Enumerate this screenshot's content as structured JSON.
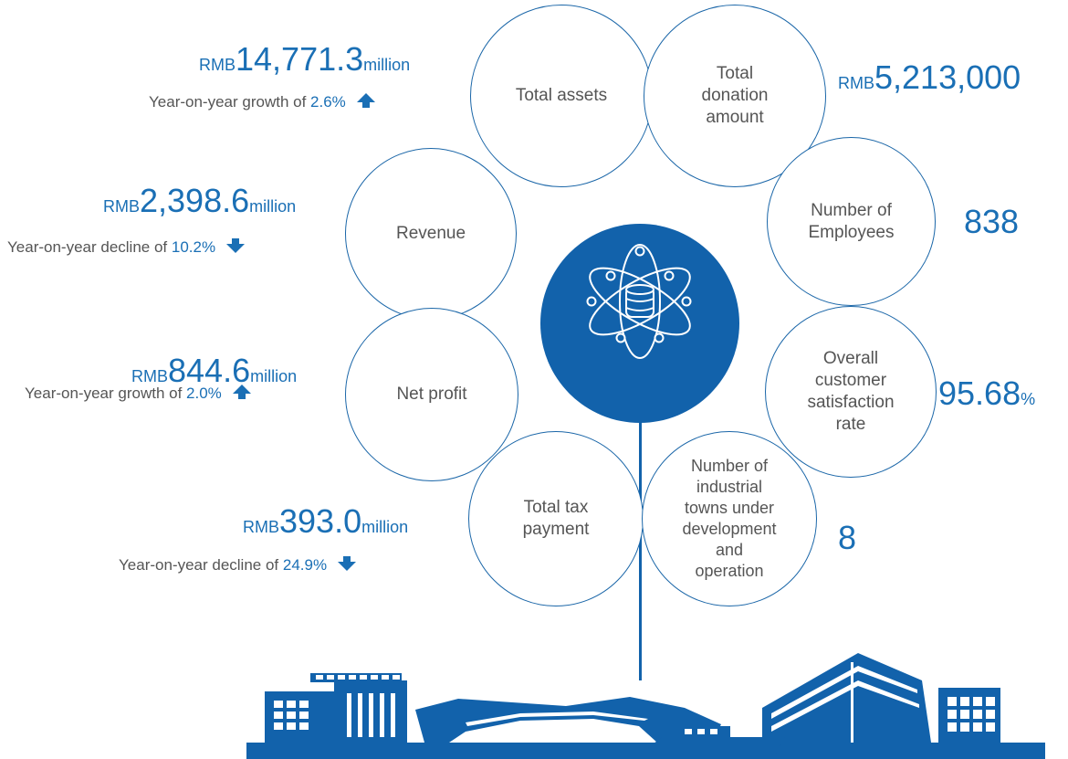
{
  "colors": {
    "accent": "#1a6fb5",
    "hub": "#1262ab",
    "text": "#555555"
  },
  "hub_icon": "atom-database-icon",
  "circles": {
    "total_assets": "Total assets",
    "donation": "Total\ndonation\namount",
    "employees": "Number of\nEmployees",
    "satisfaction": "Overall\ncustomer\nsatisfaction\nrate",
    "towns": "Number of\nindustrial\ntowns under\ndevelopment\nand\noperation",
    "tax": "Total tax\npayment",
    "net_profit": "Net profit",
    "revenue": "Revenue"
  },
  "metrics": {
    "total_assets": {
      "prefix": "RMB",
      "value": "14,771.3",
      "suffix": "million",
      "change_text": "Year-on-year growth of ",
      "change_pct": "2.6%",
      "direction": "up"
    },
    "revenue": {
      "prefix": "RMB",
      "value": "2,398.6",
      "suffix": "million",
      "change_text": "Year-on-year decline of ",
      "change_pct": "10.2%",
      "direction": "down"
    },
    "net_profit": {
      "prefix": "RMB",
      "value": "844.6",
      "suffix": "million",
      "change_text": "Year-on-year growth of ",
      "change_pct": "2.0%",
      "direction": "up"
    },
    "tax": {
      "prefix": "RMB",
      "value": "393.0",
      "suffix": "million",
      "change_text": "Year-on-year decline of ",
      "change_pct": "24.9%",
      "direction": "down"
    },
    "donation": {
      "prefix": "RMB",
      "value": "5,213,000"
    },
    "employees": {
      "value": "838"
    },
    "satisfaction": {
      "value": "95.68",
      "suffix": "%"
    },
    "towns": {
      "value": "8"
    }
  }
}
